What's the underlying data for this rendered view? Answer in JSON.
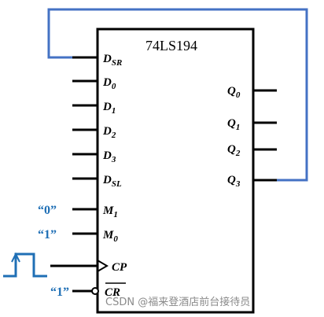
{
  "chip": {
    "name": "74LS194"
  },
  "inputs": {
    "dsr": {
      "label": "D",
      "sub": "SR"
    },
    "d0": {
      "label": "D",
      "sub": "0"
    },
    "d1": {
      "label": "D",
      "sub": "1"
    },
    "d2": {
      "label": "D",
      "sub": "2"
    },
    "d3": {
      "label": "D",
      "sub": "3"
    },
    "dsl": {
      "label": "D",
      "sub": "SL"
    },
    "m1": {
      "label": "M",
      "sub": "1",
      "level": "“0”"
    },
    "m0": {
      "label": "M",
      "sub": "0",
      "level": "“1”"
    },
    "cp": {
      "label": "CP"
    },
    "cr": {
      "label": "CR",
      "level": "“1”"
    }
  },
  "outputs": {
    "q0": {
      "label": "Q",
      "sub": "0"
    },
    "q1": {
      "label": "Q",
      "sub": "1"
    },
    "q2": {
      "label": "Q",
      "sub": "2"
    },
    "q3": {
      "label": "Q",
      "sub": "3"
    }
  },
  "watermark": "CSDN @福来登酒店前台接待员",
  "colors": {
    "wire": "#000000",
    "feedback": "#4472c4",
    "level_text": "#1f6fb5",
    "clock": "#1f6fb5"
  }
}
